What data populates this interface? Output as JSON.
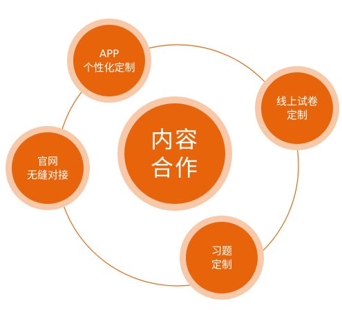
{
  "colors": {
    "node_fill": "#e8640a",
    "node_halo": "#f7c9a8",
    "ring_stroke": "#e8640a",
    "text": "#ffffff"
  },
  "center": {
    "line1": "内容",
    "line2": "合作"
  },
  "nodes": {
    "app": {
      "line1": "APP",
      "line2": "个性化定制"
    },
    "exam": {
      "line1": "线上试卷",
      "line2": "定制"
    },
    "website": {
      "line1": "官网",
      "line2": "无缝对接"
    },
    "exercise": {
      "line1": "习题",
      "line2": "定制"
    }
  }
}
